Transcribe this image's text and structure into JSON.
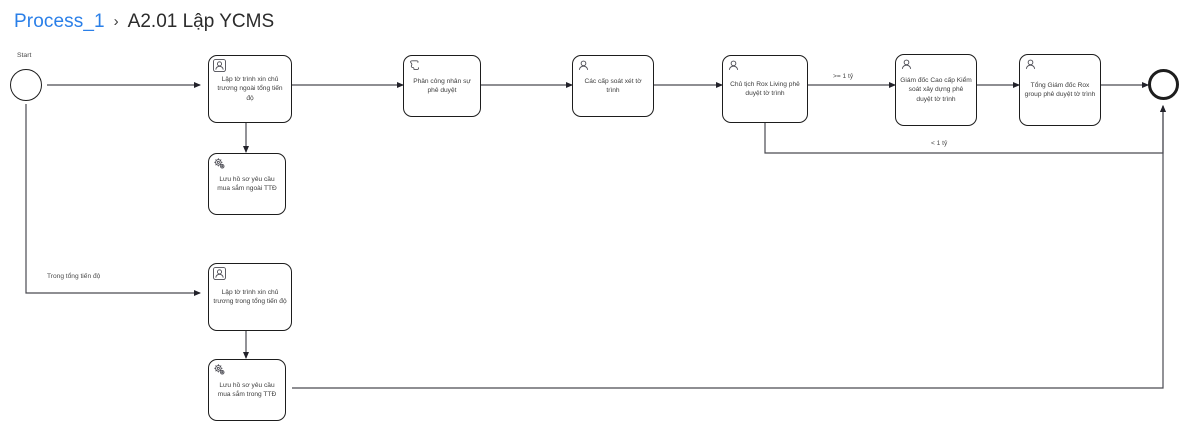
{
  "breadcrumb": {
    "parent": "Process_1",
    "separator": "›",
    "current": "A2.01 Lập YCMS"
  },
  "diagram": {
    "events": [
      {
        "id": "start",
        "name": "start-event",
        "label": "Start",
        "type": "start"
      },
      {
        "id": "end",
        "name": "end-event",
        "label": "",
        "type": "end"
      }
    ],
    "tasks": [
      {
        "id": "t1",
        "name": "task-lap-to-trinh-ngoai-ttd",
        "icon": "user-icon",
        "label": "Lập tờ trình xin chủ trương ngoài tổng tiến độ"
      },
      {
        "id": "t2",
        "name": "task-luu-ho-so-ngoai-ttd",
        "icon": "gear-icon",
        "label": "Lưu hồ sơ yêu cầu mua sắm ngoài TTĐ"
      },
      {
        "id": "t3",
        "name": "task-phan-cong-nhan-su-phe-duyet",
        "icon": "script-icon",
        "label": "Phân công nhân sự phê duyệt"
      },
      {
        "id": "t4",
        "name": "task-cac-cap-soat-xet-to-trinh",
        "icon": "user-icon",
        "label": "Các cấp soát xét tờ trình"
      },
      {
        "id": "t5",
        "name": "task-chu-tich-rox-living-phe-duyet",
        "icon": "user-icon",
        "label": "Chủ tịch Rox Living phê duyệt tờ trình"
      },
      {
        "id": "t6",
        "name": "task-giam-doc-cao-cap-kiem-soat-xay-dung",
        "icon": "user-icon",
        "label": "Giám đốc Cao cấp Kiểm soát xây dựng phê duyệt tờ trình"
      },
      {
        "id": "t7",
        "name": "task-tong-giam-doc-rox-group-phe-duyet",
        "icon": "user-icon",
        "label": "Tổng Giám đốc Rox group phê duyệt tờ trình"
      },
      {
        "id": "t8",
        "name": "task-lap-to-trinh-trong-ttd",
        "icon": "user-icon",
        "label": "Lập tờ trình xin chủ trương trong tổng tiến độ"
      },
      {
        "id": "t9",
        "name": "task-luu-ho-so-trong-ttd",
        "icon": "gear-icon",
        "label": "Lưu hồ sơ yêu cầu mua sắm trong TTĐ"
      }
    ],
    "flow_labels": [
      {
        "id": "f1",
        "name": "flow-label-gte-1-ty",
        "label": ">= 1 tỷ"
      },
      {
        "id": "f2",
        "name": "flow-label-lt-1-ty",
        "label": "< 1 tỷ"
      },
      {
        "id": "f3",
        "name": "flow-label-trong-tong-tien-do",
        "label": "Trong tổng tiến độ"
      }
    ]
  },
  "colors": {
    "link": "#2a7fe8",
    "text": "#2b2b2b",
    "stroke": "#1d1d1d",
    "connector": "#4a4a52",
    "label": "#4a4a4a"
  }
}
